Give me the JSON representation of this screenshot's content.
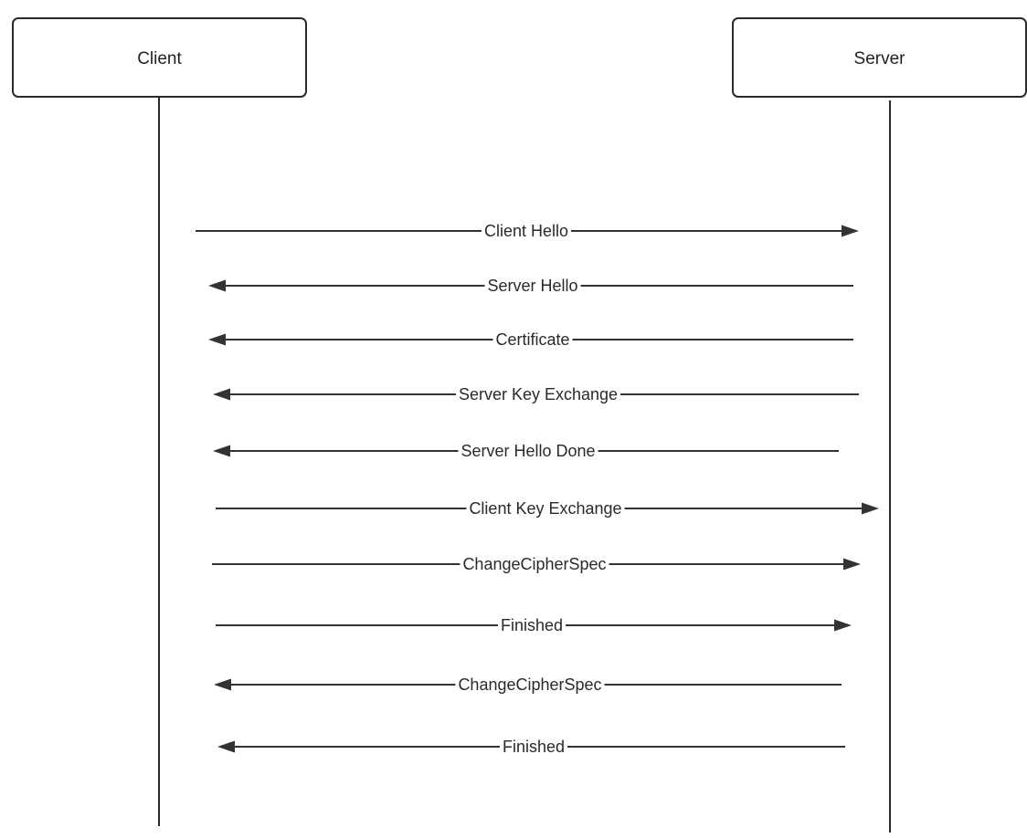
{
  "participants": {
    "client": {
      "label": "Client"
    },
    "server": {
      "label": "Server"
    }
  },
  "messages": [
    {
      "label": "Client Hello",
      "from": "client",
      "to": "server"
    },
    {
      "label": "Server Hello",
      "from": "server",
      "to": "client"
    },
    {
      "label": "Certificate",
      "from": "server",
      "to": "client"
    },
    {
      "label": "Server Key Exchange",
      "from": "server",
      "to": "client"
    },
    {
      "label": "Server Hello Done",
      "from": "server",
      "to": "client"
    },
    {
      "label": "Client Key Exchange",
      "from": "client",
      "to": "server"
    },
    {
      "label": "ChangeCipherSpec",
      "from": "client",
      "to": "server"
    },
    {
      "label": "Finished",
      "from": "client",
      "to": "server"
    },
    {
      "label": "ChangeCipherSpec",
      "from": "server",
      "to": "client"
    },
    {
      "label": "Finished",
      "from": "server",
      "to": "client"
    }
  ]
}
